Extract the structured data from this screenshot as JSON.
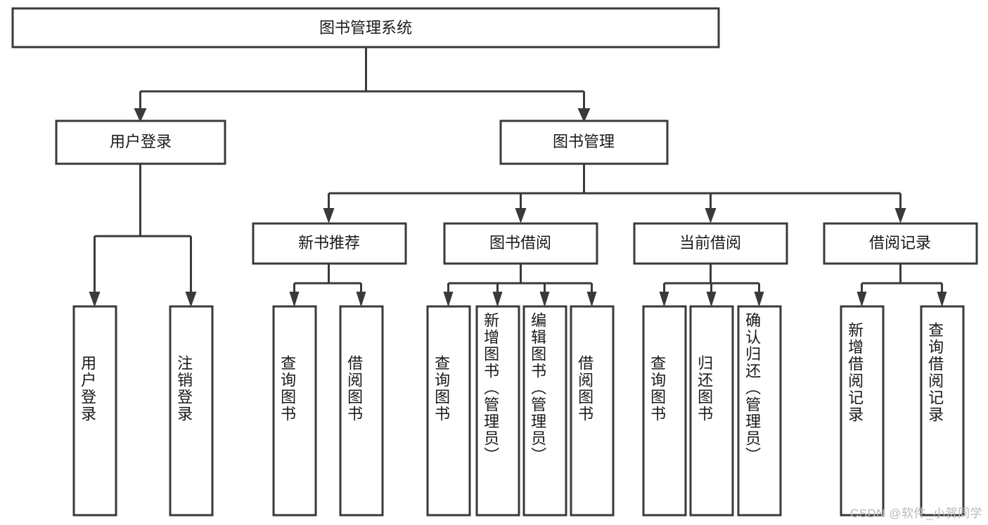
{
  "diagram": {
    "type": "tree-hierarchy",
    "title": "图书管理系统",
    "orientation": "top-down",
    "colors": {
      "box_stroke": "#3a3a3a",
      "box_fill": "#ffffff",
      "text": "#1a1a1a",
      "background": "#ffffff",
      "watermark": "#b9b9b9"
    },
    "root": {
      "label": "图书管理系统"
    },
    "level2": [
      {
        "label": "用户登录"
      },
      {
        "label": "图书管理"
      }
    ],
    "level3": [
      {
        "label": "新书推荐"
      },
      {
        "label": "图书借阅"
      },
      {
        "label": "当前借阅"
      },
      {
        "label": "借阅记录"
      }
    ],
    "leaves": {
      "user_login": [
        {
          "label": "用户登录"
        },
        {
          "label": "注销登录"
        }
      ],
      "new_book_recommend": [
        {
          "label": "查询图书"
        },
        {
          "label": "借阅图书"
        }
      ],
      "book_borrow": [
        {
          "label": "查询图书"
        },
        {
          "label": "新增图书（管理员）"
        },
        {
          "label": "编辑图书（管理员）"
        },
        {
          "label": "借阅图书"
        }
      ],
      "current_borrow": [
        {
          "label": "查询图书"
        },
        {
          "label": "归还图书"
        },
        {
          "label": "确认归还（管理员）"
        }
      ],
      "borrow_record": [
        {
          "label": "新增借阅记录"
        },
        {
          "label": "查询借阅记录"
        }
      ]
    },
    "watermark": "CSDN @软件_小贺同学"
  }
}
